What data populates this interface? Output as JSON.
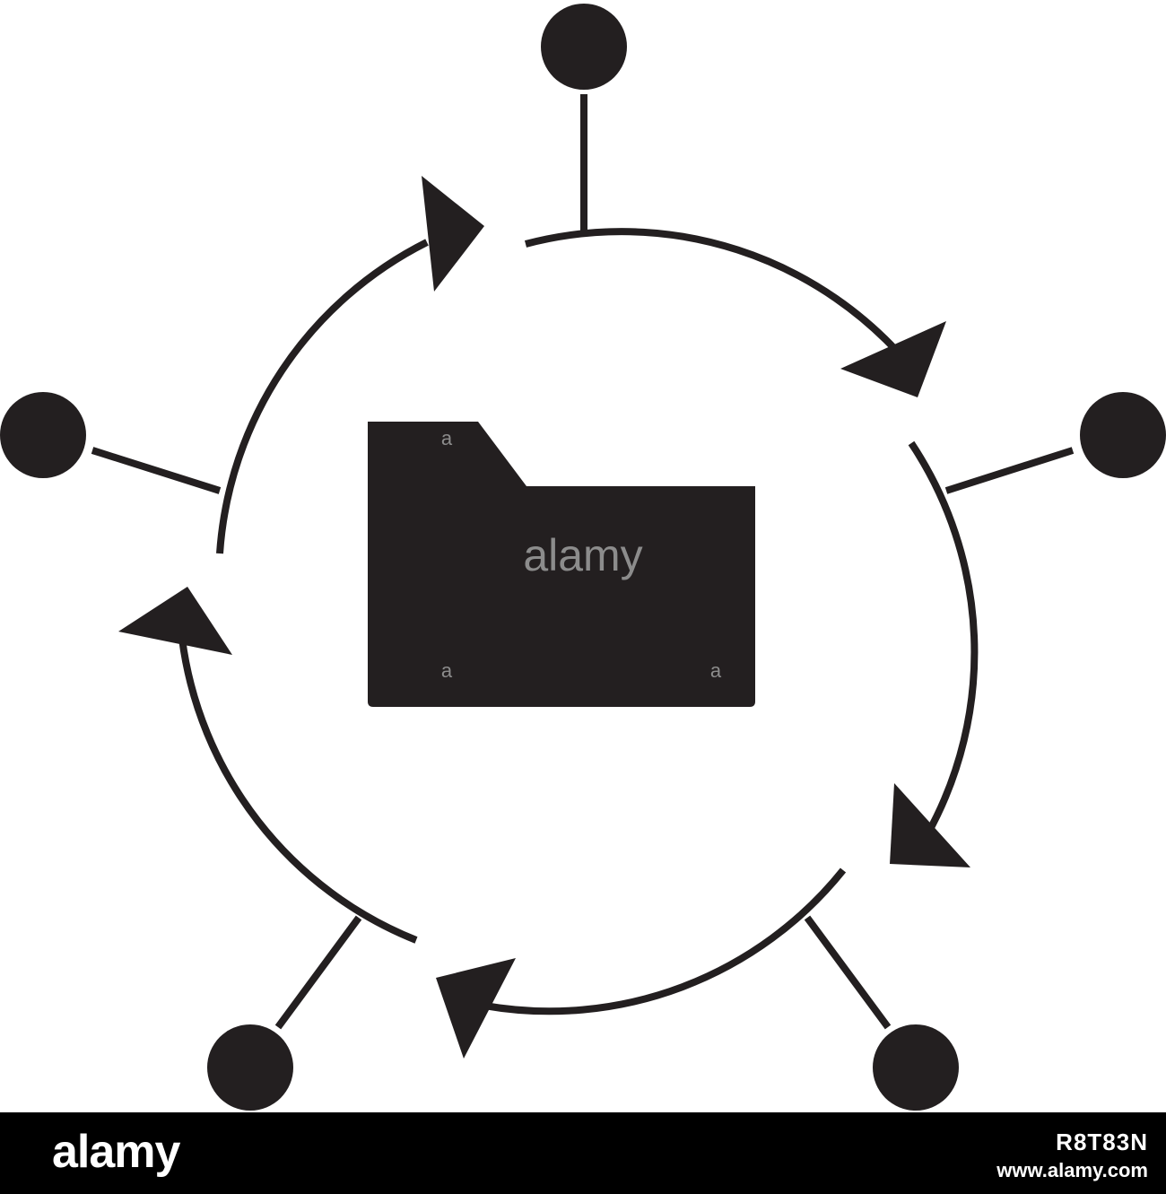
{
  "diagram": {
    "ink_color": "#231f20",
    "background": "#ffffff",
    "center_icon": "folder-icon",
    "node_icon": "filled-circle",
    "arrow_direction": "clockwise"
  },
  "watermark": {
    "text": "alamy",
    "mark": "a"
  },
  "footer": {
    "logo": "alamy",
    "image_id": "R8T83N",
    "url": "www.alamy.com",
    "background": "#000000"
  }
}
